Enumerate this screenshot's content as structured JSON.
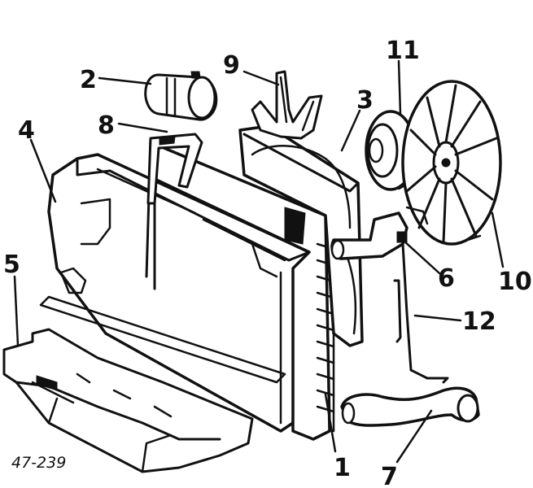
{
  "diagram": {
    "figure_ref": "47-239",
    "callouts": [
      {
        "id": "c1",
        "text": "1"
      },
      {
        "id": "c2",
        "text": "2"
      },
      {
        "id": "c3",
        "text": "3"
      },
      {
        "id": "c4",
        "text": "4"
      },
      {
        "id": "c5",
        "text": "5"
      },
      {
        "id": "c6",
        "text": "6"
      },
      {
        "id": "c7",
        "text": "7"
      },
      {
        "id": "c8",
        "text": "8"
      },
      {
        "id": "c9",
        "text": "9"
      },
      {
        "id": "c10",
        "text": "10"
      },
      {
        "id": "c11",
        "text": "11"
      },
      {
        "id": "c12",
        "text": "12"
      }
    ],
    "colors": {
      "ink": "#111111",
      "paper": "#ffffff"
    }
  }
}
